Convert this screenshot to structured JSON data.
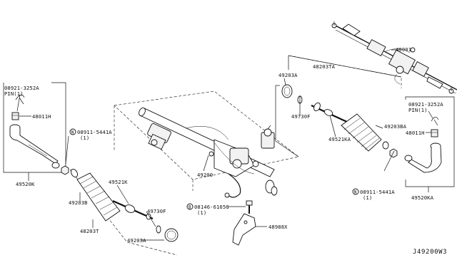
{
  "labels": {
    "l_08921_3252a_left": "08921-3252A",
    "l_pin_left": "PIN(1)",
    "l_48011h_left": "48011H",
    "l_49520k": "49520K",
    "l_08911_5441a_left": "08911-5441A",
    "l_qty_left": "(1)",
    "l_49203b": "49203B",
    "l_49521k": "49521K",
    "l_49730f_left": "49730F",
    "l_48203t": "48203T",
    "l_49203a_bottom": "49203A",
    "l_49200": "49200",
    "l_08146_6165g": "08146-6165G",
    "l_qty_bolt": "(1)",
    "l_48988x": "48988X",
    "l_49203a_top": "49203A",
    "l_48203ta": "48203TA",
    "l_49730f_right": "49730F",
    "l_49203ba": "49203BA",
    "l_49521ka": "49521KA",
    "l_49001": "49001",
    "l_08921_3252a_right": "08921-3252A",
    "l_pin_right": "PIN(1)",
    "l_48011h_right": "48011H",
    "l_08911_5441a_right": "08911-5441A",
    "l_qty_right": "(1)",
    "l_49520ka": "49520KA",
    "diagram_code": "J49200W3"
  },
  "markers": {
    "n_left": "N",
    "n_right": "N",
    "b_bolt": "B"
  }
}
